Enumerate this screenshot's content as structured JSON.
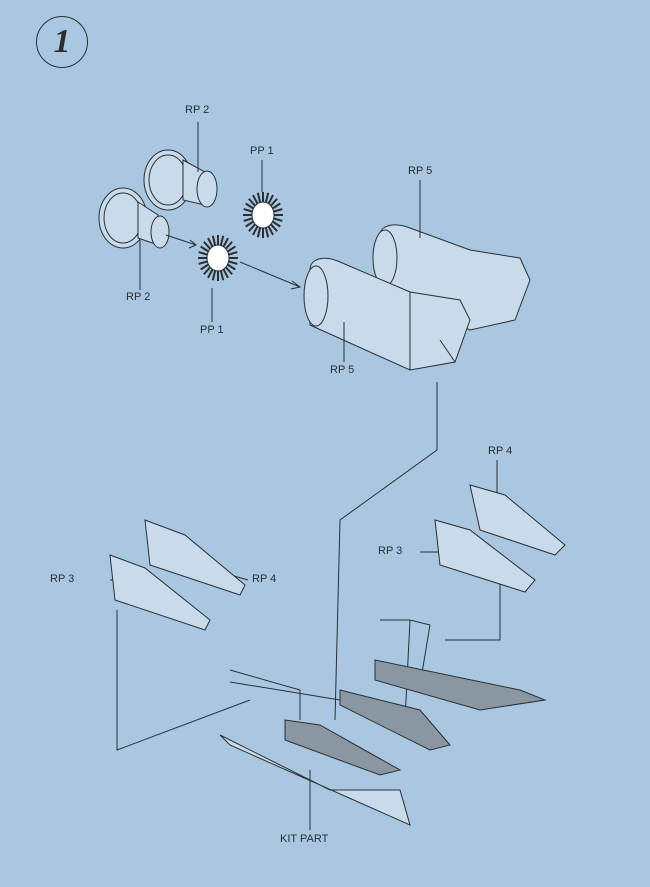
{
  "step_number": "1",
  "labels": {
    "rp2_top": "RP 2",
    "rp2_bottom": "RP 2",
    "pp1_top": "PP 1",
    "pp1_bottom": "PP 1",
    "rp5_top": "RP 5",
    "rp5_bottom": "RP 5",
    "rp4_right": "RP 4",
    "rp3_right": "RP 3",
    "rp3_left": "RP 3",
    "rp4_left": "RP 4",
    "kit_part": "KIT PART"
  },
  "colors": {
    "background": "#a9c7e0",
    "line": "#2b2f34",
    "part_fill": "#c9dbea",
    "shade": "#8a97a3"
  }
}
